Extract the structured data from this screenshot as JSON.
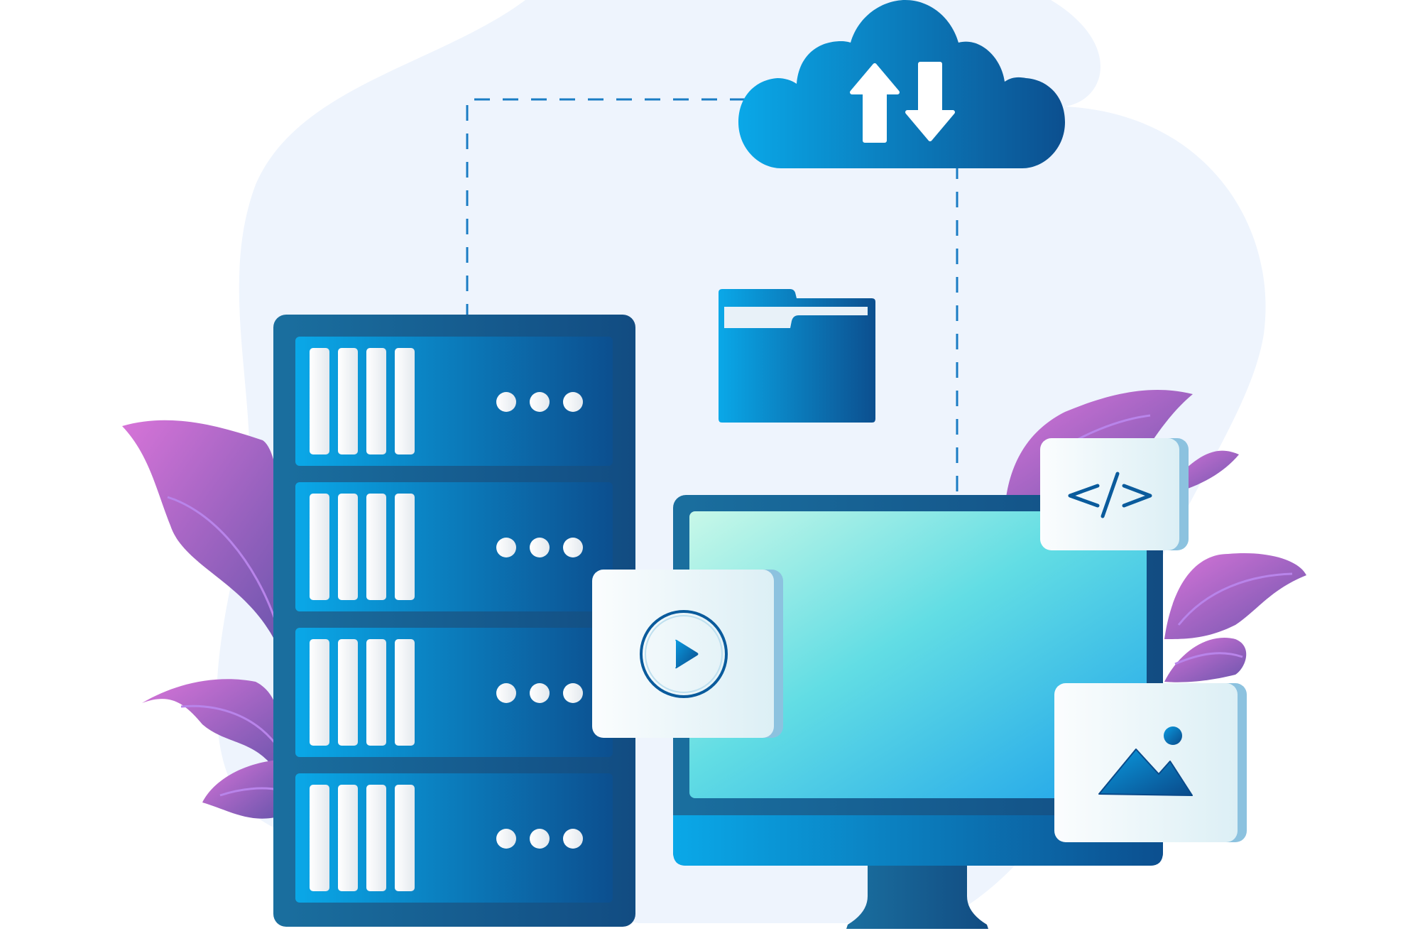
{
  "scene": {
    "elements": {
      "cloud": "cloud-upload-download-icon",
      "server": "server-rack",
      "folder": "folder-icon",
      "monitor": "desktop-monitor",
      "media_cards": [
        "play-icon",
        "code-icon",
        "image-icon"
      ],
      "decor": [
        "leaf-cluster-left",
        "leaf-cluster-right",
        "background-blob"
      ]
    },
    "code_symbol": "</>",
    "server_units": 4
  },
  "colors": {
    "background_blob": "#eef4fd",
    "blue_light": "#0aa6e6",
    "blue_dark": "#0c4f8f",
    "rack_frame": "#1c5d93",
    "leaf_pink": "#cf6fd4",
    "leaf_purple": "#7457b0",
    "card": "#f1f8fb",
    "card_shadow": "#8cc2df",
    "dash_line": "#1a7cc4"
  }
}
